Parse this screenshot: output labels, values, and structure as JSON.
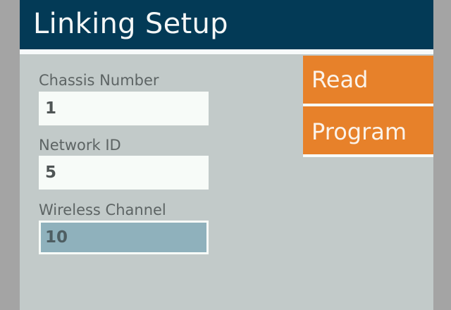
{
  "header": {
    "title": "Linking Setup"
  },
  "fields": [
    {
      "label": "Chassis Number",
      "value": "1",
      "selected": false
    },
    {
      "label": "Network ID",
      "value": "5",
      "selected": false
    },
    {
      "label": "Wireless Channel",
      "value": "10",
      "selected": true
    }
  ],
  "actions": {
    "read_label": "Read",
    "program_label": "Program"
  },
  "colors": {
    "header_bg": "#033a56",
    "panel_bg": "#c2cac9",
    "accent_button": "#e7812a",
    "selected_field": "#8fb1bc"
  }
}
